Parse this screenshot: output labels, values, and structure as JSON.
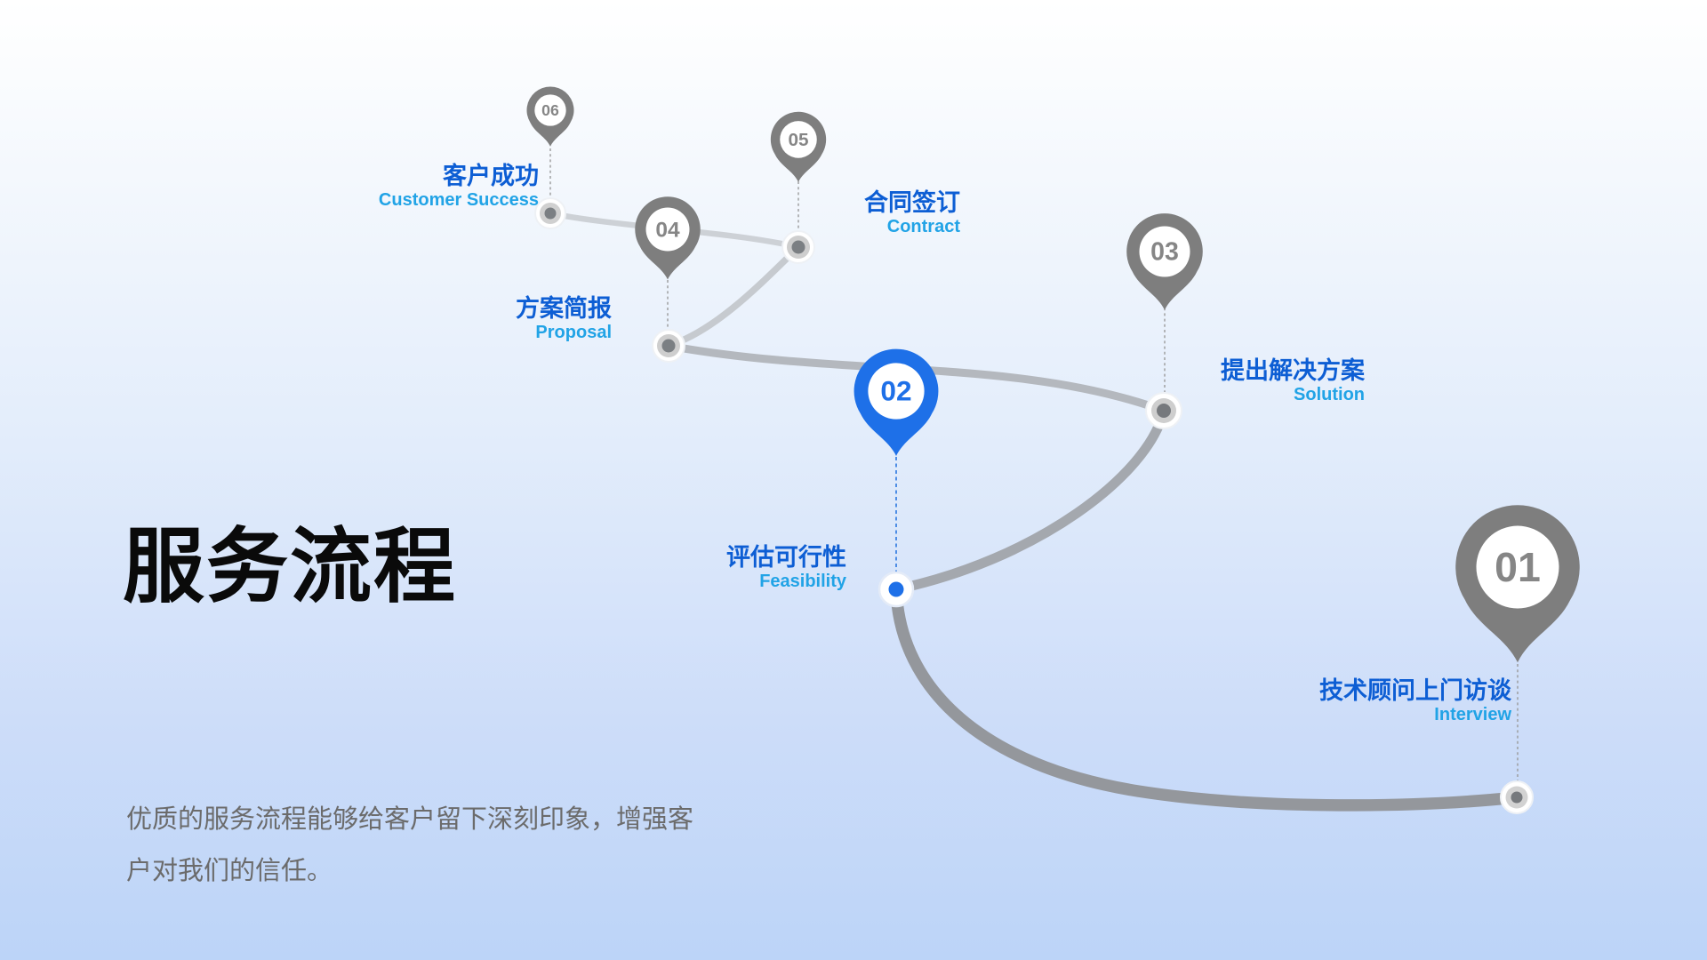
{
  "slide": {
    "title": "服务流程",
    "description_line1": "优质的服务流程能够给客户留下深刻印象，增强客",
    "description_line2": "户对我们的信任。"
  },
  "steps": [
    {
      "number": "01",
      "zh": "技术顾问上门访谈",
      "en": "Interview"
    },
    {
      "number": "02",
      "zh": "评估可行性",
      "en": "Feasibility"
    },
    {
      "number": "03",
      "zh": "提出解决方案",
      "en": "Solution"
    },
    {
      "number": "04",
      "zh": "方案简报",
      "en": "Proposal"
    },
    {
      "number": "05",
      "zh": "合同签订",
      "en": "Contract"
    },
    {
      "number": "06",
      "zh": "客户成功",
      "en": "Customer Success"
    }
  ],
  "colors": {
    "accent_blue": "#1e70e8",
    "label_chinese_blue": "#0d5ed4",
    "label_english_blue": "#21a3e6",
    "pin_gray": "#7e7e7e",
    "path_light_gray": "#cdd1d6",
    "path_dark_gray": "#94979c",
    "title_black": "#0a0a0a",
    "body_text_gray": "#6b6b6b",
    "background_top": "#ffffff",
    "background_bottom": "#bcd4f8"
  }
}
